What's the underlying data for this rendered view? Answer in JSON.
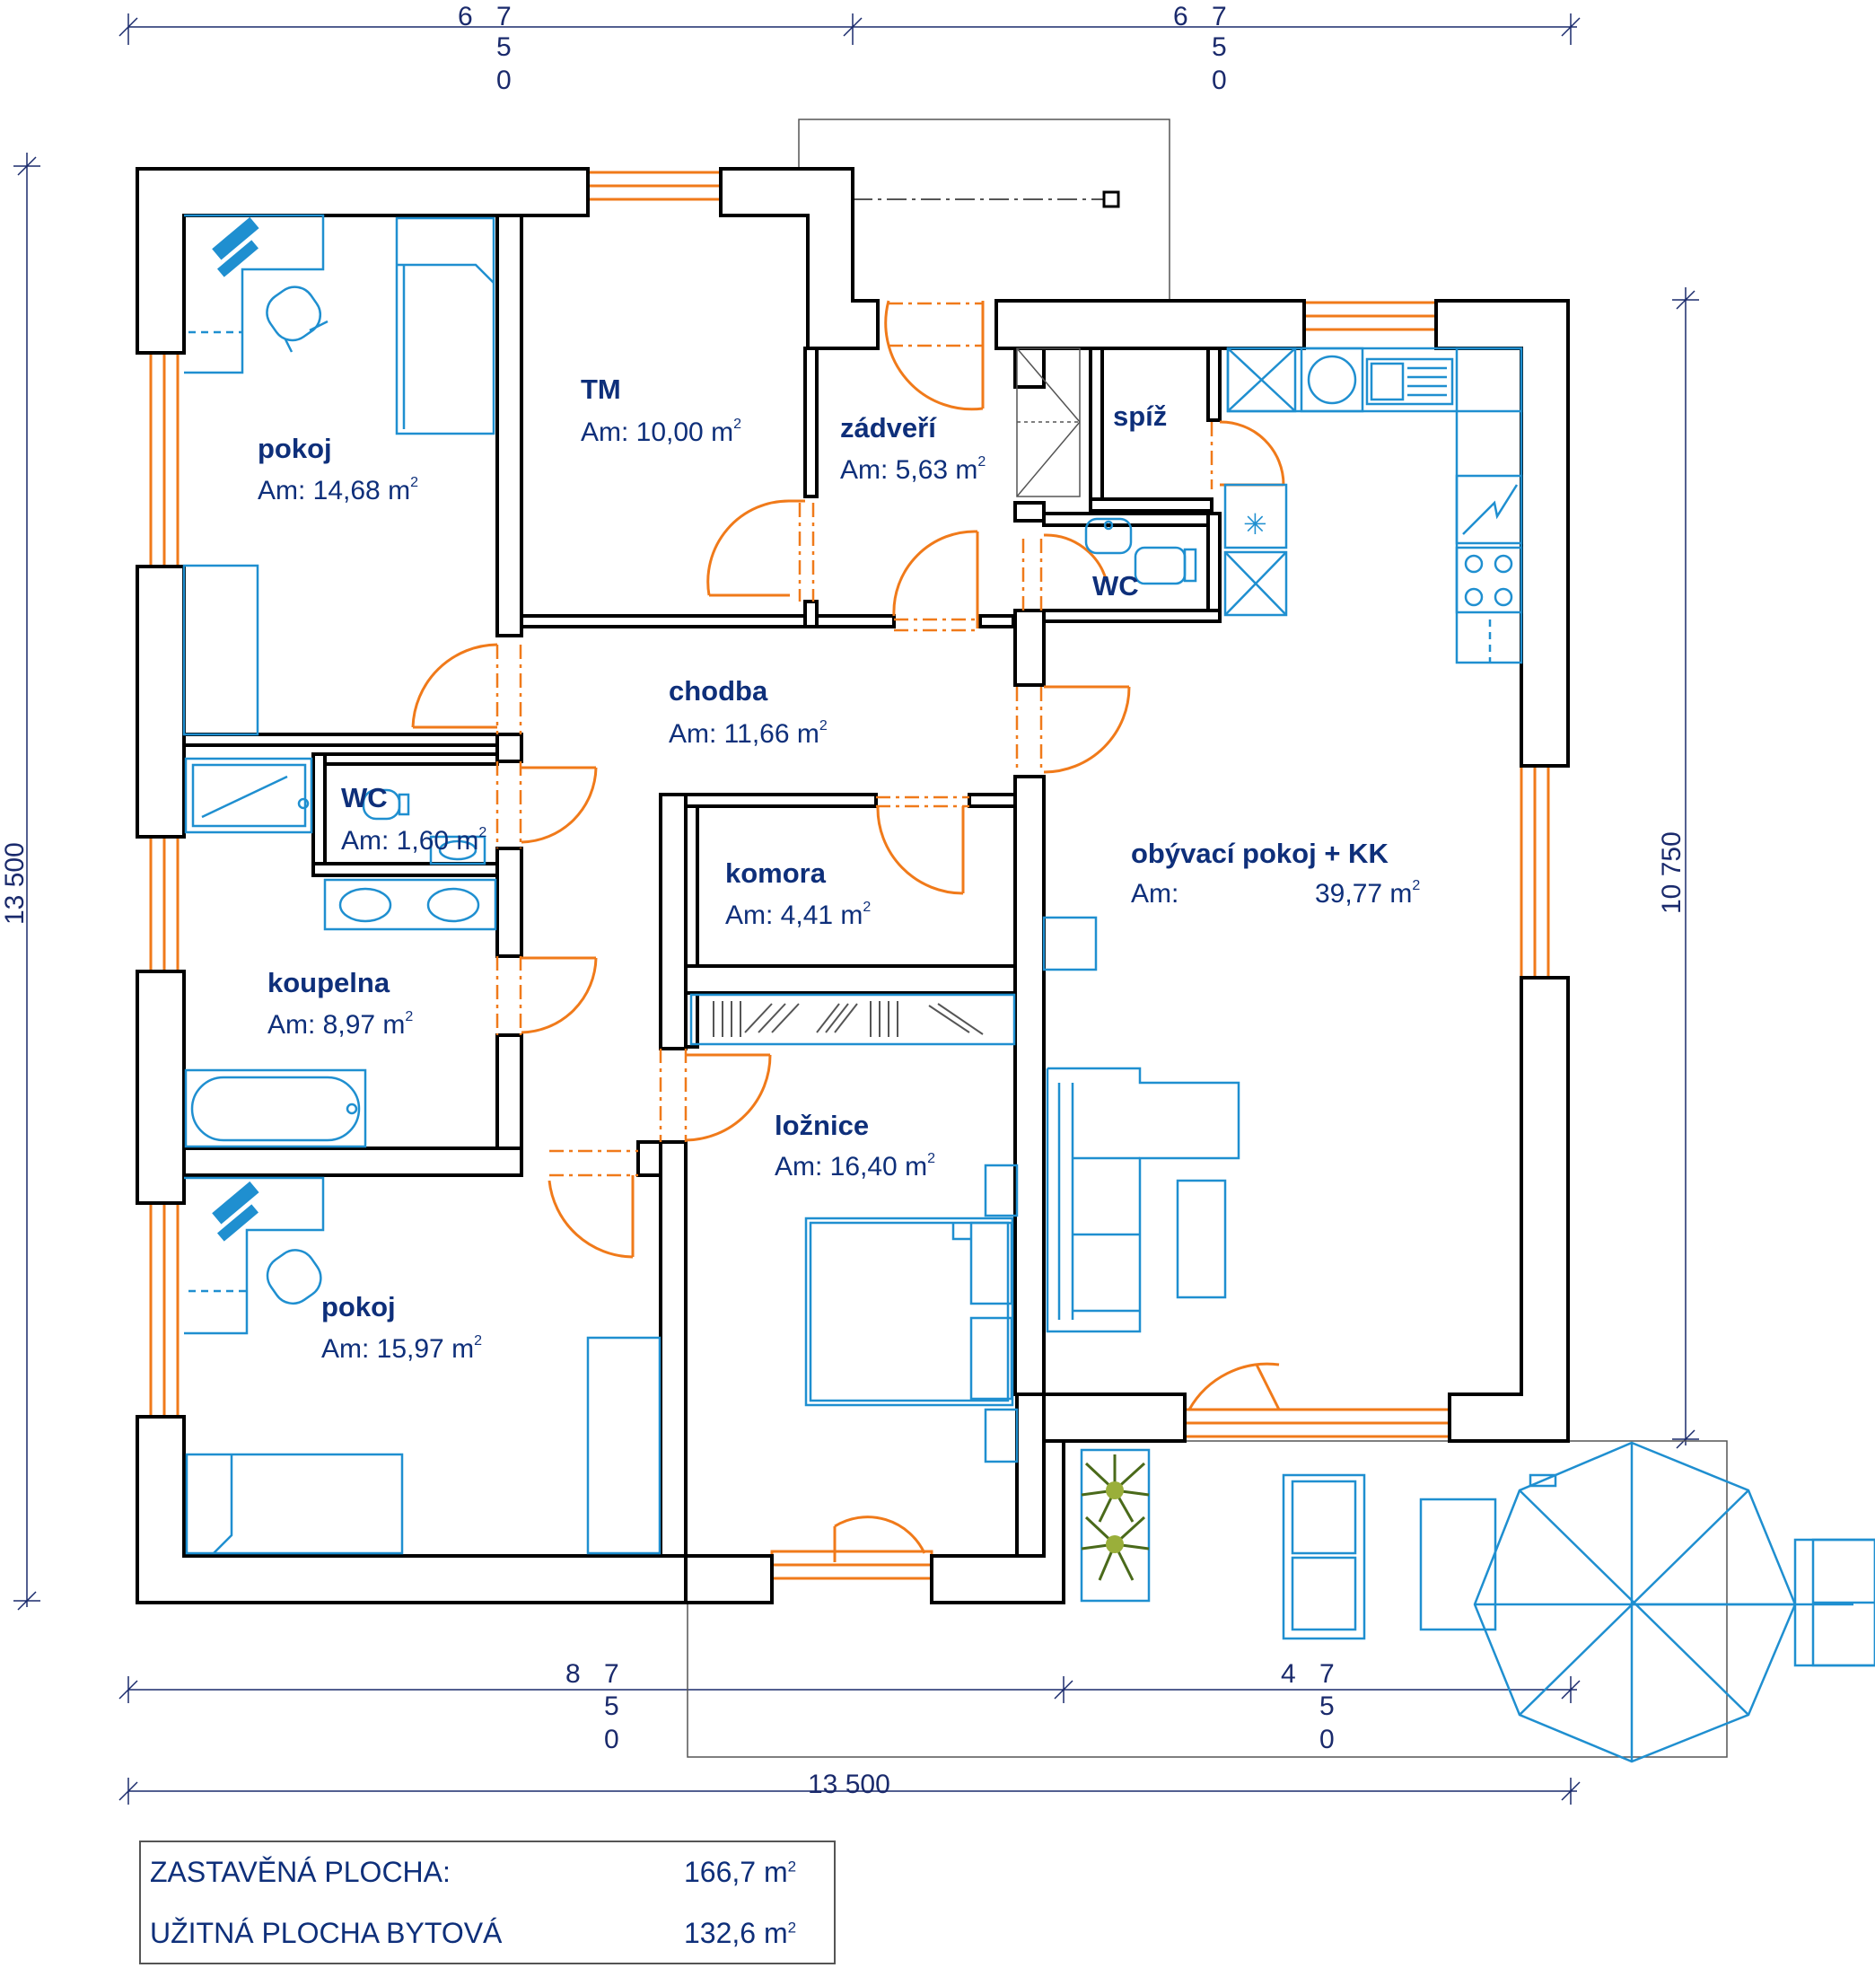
{
  "dimensions": {
    "top_left": [
      "6",
      "7",
      "5",
      "0"
    ],
    "top_right": [
      "6",
      "7",
      "5",
      "0"
    ],
    "bottom_left": [
      "8",
      "7",
      "5",
      "0"
    ],
    "bottom_right": [
      "4",
      "7",
      "5",
      "0"
    ],
    "bottom_total": "13 500",
    "left_total": "13 500",
    "right_total": "10 750"
  },
  "rooms": {
    "pokoj_top": {
      "name": "pokoj",
      "area": "Am: 14,68 m",
      "sup": "2"
    },
    "tm": {
      "name": "TM",
      "area": "Am: 10,00 m",
      "sup": "2"
    },
    "zadveri": {
      "name": "zádveří",
      "area": "Am: 5,63 m",
      "sup": "2"
    },
    "spiz": {
      "name": "spíž"
    },
    "wc_small": {
      "name": "WC"
    },
    "chodba": {
      "name": "chodba",
      "area": "Am: 11,66 m",
      "sup": "2"
    },
    "wc_bath": {
      "name": "WC",
      "area": "Am: 1,60 m",
      "sup": "2"
    },
    "komora": {
      "name": "komora",
      "area": "Am: 4,41 m",
      "sup": "2"
    },
    "obyvaci": {
      "name": "obývací pokoj + KK",
      "area_label": "Am:",
      "area_value": "39,77 m",
      "sup": "2"
    },
    "koupelna": {
      "name": "koupelna",
      "area": "Am: 8,97 m",
      "sup": "2"
    },
    "loznice": {
      "name": "ložnice",
      "area": "Am: 16,40 m",
      "sup": "2"
    },
    "pokoj_bottom": {
      "name": "pokoj",
      "area": "Am: 15,97 m",
      "sup": "2"
    }
  },
  "summary": {
    "built_label": "ZASTAVĚNÁ PLOCHA:",
    "built_value": "166,7 m",
    "living_label": "UŽITNÁ PLOCHA BYTOVÁ",
    "living_value": "132,6 m",
    "sup": "2"
  },
  "colors": {
    "walls": "#000000",
    "openings": "#f07a1a",
    "furniture": "#1f8fd0",
    "text": "#0e2f7a"
  }
}
